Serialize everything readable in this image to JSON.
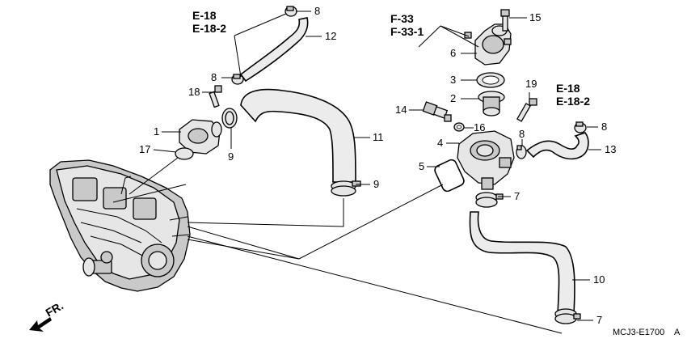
{
  "diagram": {
    "drawing_code": "MCJ3-E1700",
    "drawing_suffix": "A",
    "direction_label": "FR.",
    "references": [
      {
        "line1": "E-18",
        "line2": "E-18-2"
      },
      {
        "line1": "F-33",
        "line2": "F-33-1"
      },
      {
        "line1": "E-18",
        "line2": "E-18-2"
      }
    ],
    "callouts": [
      "8",
      "12",
      "8",
      "18",
      "1",
      "17",
      "9",
      "11",
      "9",
      "15",
      "6",
      "3",
      "2",
      "19",
      "14",
      "16",
      "4",
      "8",
      "8",
      "13",
      "5",
      "7",
      "10",
      "7"
    ]
  }
}
